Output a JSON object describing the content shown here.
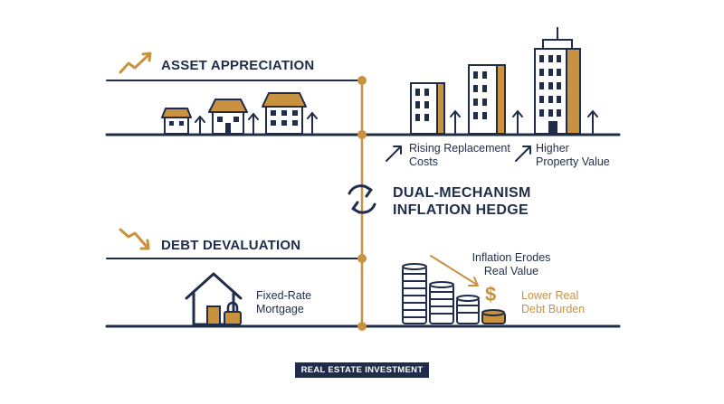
{
  "asset_appreciation": {
    "heading": "ASSET APPRECIATION",
    "rising_costs": [
      "Rising Replacement",
      "Costs"
    ],
    "higher_value": [
      "Higher",
      "Property Value"
    ]
  },
  "center": {
    "line1": "DUAL-MECHANISM",
    "line2": "INFLATION HEDGE"
  },
  "debt_devaluation": {
    "heading": "DEBT DEVALUATION",
    "mortgage": [
      "Fixed-Rate",
      "Mortgage"
    ],
    "erodes": [
      "Inflation Erodes",
      "Real Value"
    ],
    "burden": [
      "Lower Real",
      "Debt Burden"
    ]
  },
  "footer_badge": "REAL ESTATE INVESTMENT",
  "colors": {
    "navy": "#1f2d4a",
    "gold": "#c8923f",
    "background": "#ffffff"
  },
  "icons": [
    "trend-up-arrow-icon",
    "trend-down-arrow-icon",
    "house-icon",
    "building-icon",
    "up-arrow-icon",
    "cycle-arrows-icon",
    "lock-icon",
    "coin-stack-icon",
    "dollar-icon"
  ]
}
